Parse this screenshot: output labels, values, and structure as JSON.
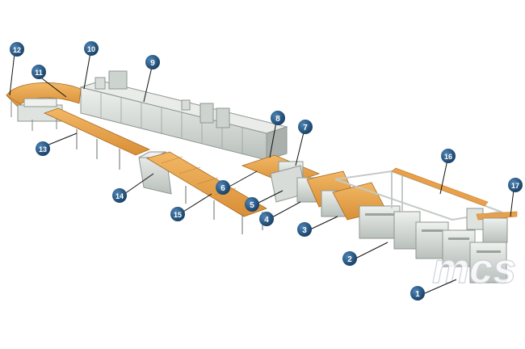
{
  "colors": {
    "machine_light": "#dfe3df",
    "machine_mid": "#c4cac6",
    "machine_dark": "#8f9792",
    "conveyor_orange": "#e8a04a",
    "conveyor_orange_dark": "#c97f2c",
    "marker_fill": "#1f4f7a",
    "marker_text": "#ffffff",
    "callout_line": "#111111",
    "watermark": "#c8ccd6"
  },
  "markers": [
    {
      "id": 1,
      "label": "1"
    },
    {
      "id": 2,
      "label": "2"
    },
    {
      "id": 3,
      "label": "3"
    },
    {
      "id": 4,
      "label": "4"
    },
    {
      "id": 5,
      "label": "5"
    },
    {
      "id": 6,
      "label": "6"
    },
    {
      "id": 7,
      "label": "7"
    },
    {
      "id": 8,
      "label": "8"
    },
    {
      "id": 9,
      "label": "9"
    },
    {
      "id": 10,
      "label": "10"
    },
    {
      "id": 11,
      "label": "11"
    },
    {
      "id": 12,
      "label": "12"
    },
    {
      "id": 13,
      "label": "13"
    },
    {
      "id": 14,
      "label": "14"
    },
    {
      "id": 15,
      "label": "15"
    },
    {
      "id": 16,
      "label": "16"
    },
    {
      "id": 17,
      "label": "17"
    }
  ],
  "watermark_logo": "mcs"
}
